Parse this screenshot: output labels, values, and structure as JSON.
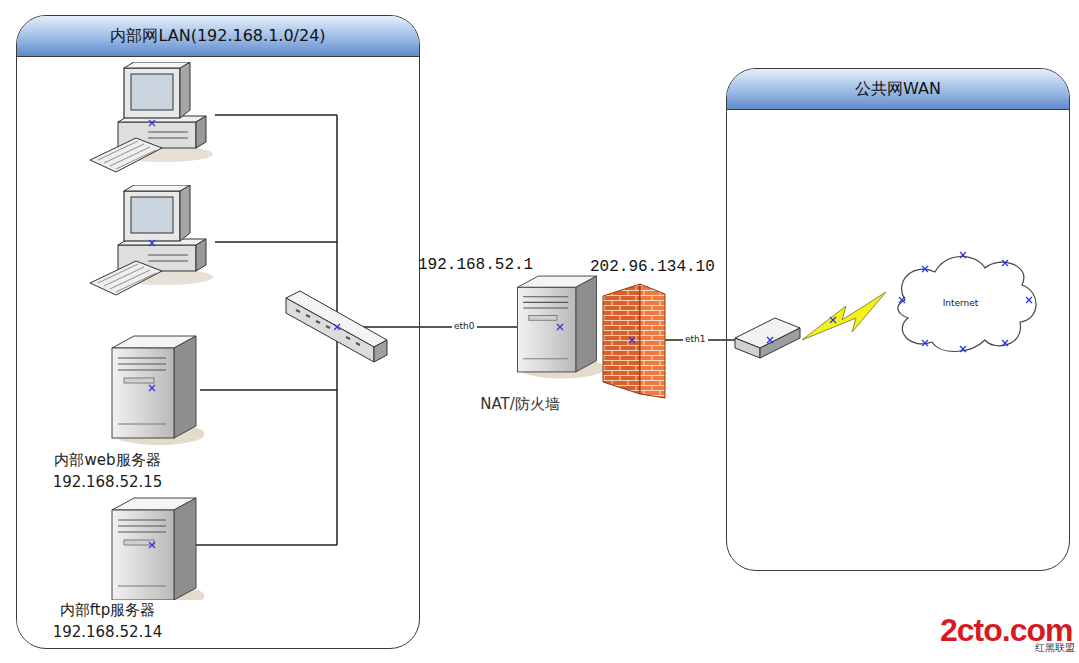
{
  "diagram": {
    "nodes": [
      {
        "text": [
          "内部网LAN(192.168.1.0/24)"
        ]
      },
      {
        "text": [
          "内部web服务器 192.168.52.15"
        ],
        "in": 0
      },
      {
        "text": [
          "内部ftp服务器 192.168.52.14"
        ],
        "in": 0
      },
      {
        "text": [
          "NAT/防火墙"
        ]
      },
      {
        "text": [
          "公共网WAN"
        ]
      },
      {
        "text": [
          "Internet"
        ],
        "in": 4
      }
    ],
    "labels": [
      "192.168.52.1",
      "202.96.134.10",
      "eth0",
      "eth1",
      "2cto.com",
      "红黑联盟"
    ]
  }
}
